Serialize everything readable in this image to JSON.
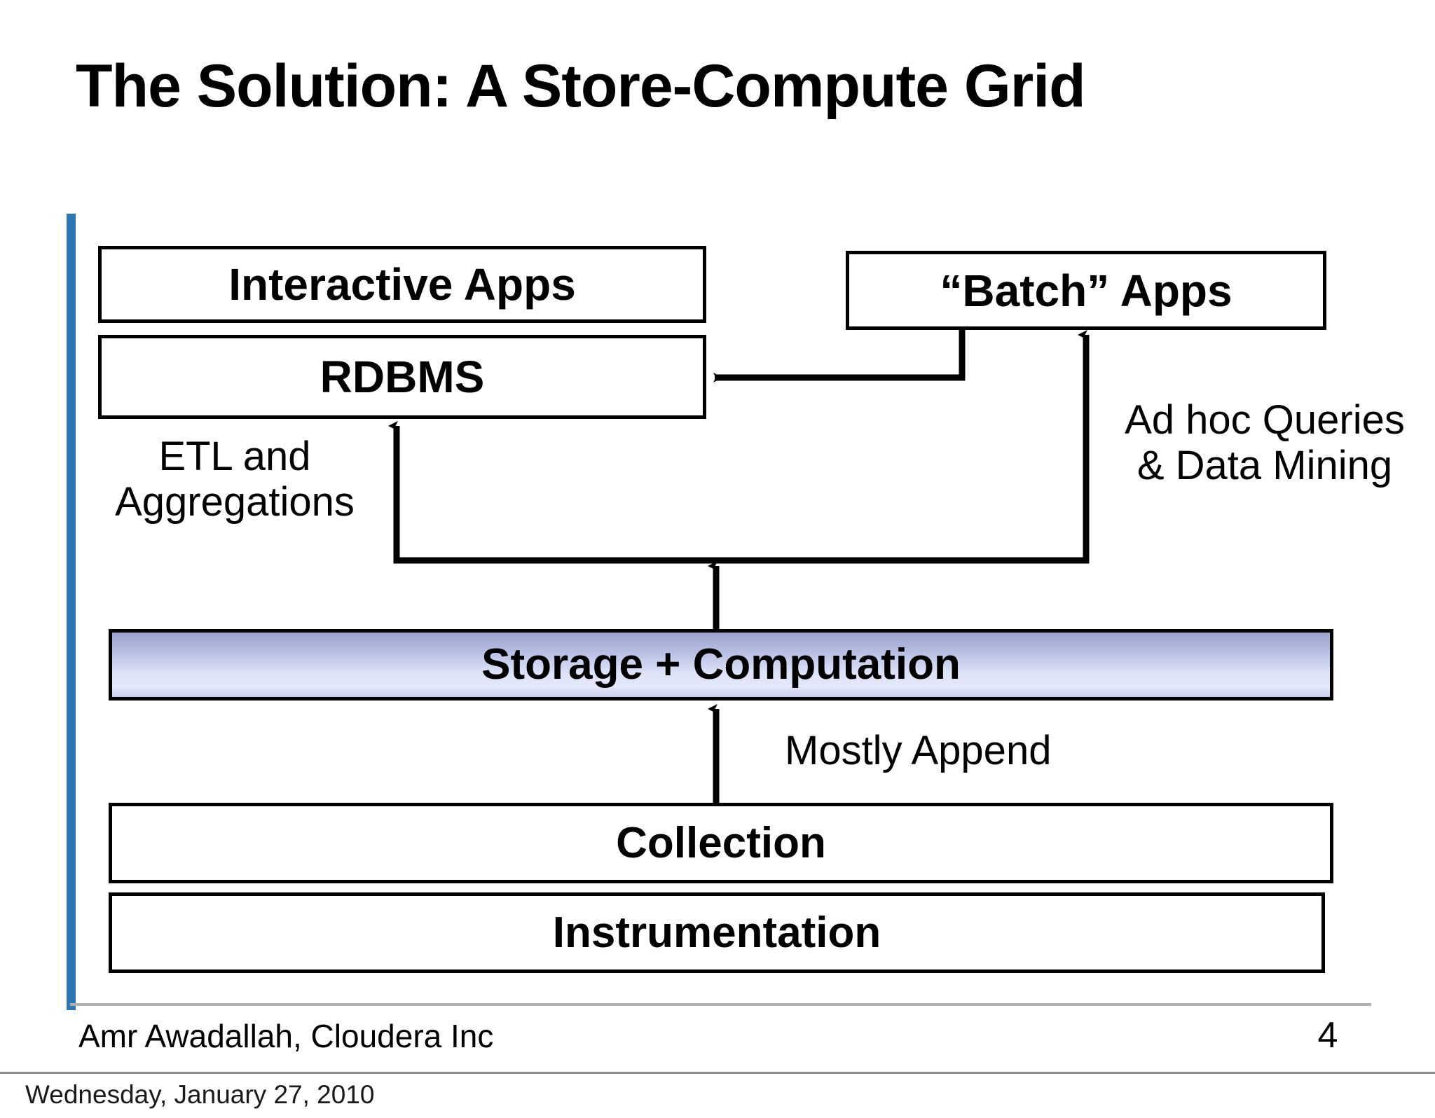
{
  "slide": {
    "title": "The Solution: A Store-Compute Grid",
    "page_number": "4",
    "author_footer": "Amr Awadallah, Cloudera Inc",
    "date_footer": "Wednesday, January 27, 2010",
    "accent_color": "#2e75b6",
    "rule_color": "#b0b0b0"
  },
  "diagram": {
    "boxes": [
      {
        "id": "interactive-apps",
        "label": "Interactive Apps",
        "fill": "#ffffff",
        "border": "#000000"
      },
      {
        "id": "batch-apps",
        "label": "“Batch” Apps",
        "fill": "#ffffff",
        "border": "#000000"
      },
      {
        "id": "rdbms",
        "label": "RDBMS",
        "fill": "#ffffff",
        "border": "#000000"
      },
      {
        "id": "storage-computation",
        "label": "Storage + Computation",
        "fill": "#b9c0e4",
        "border": "#000000"
      },
      {
        "id": "collection",
        "label": "Collection",
        "fill": "#ffffff",
        "border": "#000000"
      },
      {
        "id": "instrumentation",
        "label": "Instrumentation",
        "fill": "#ffffff",
        "border": "#000000"
      }
    ],
    "labels": {
      "etl": "ETL and\nAggregations",
      "adhoc": "Ad hoc Queries\n& Data Mining",
      "mostly_append": "Mostly Append"
    },
    "connectors": [
      {
        "from": "batch-apps",
        "to": "rdbms",
        "kind": "elbow-arrow"
      },
      {
        "from": "storage-computation",
        "to": "rdbms",
        "kind": "elbow-arrow",
        "annotation": "ETL and Aggregations"
      },
      {
        "from": "storage-computation",
        "to": "batch-apps",
        "kind": "elbow-arrow",
        "annotation": "Ad hoc Queries & Data Mining"
      },
      {
        "from": "collection",
        "to": "storage-computation",
        "kind": "straight-arrow",
        "annotation": "Mostly Append"
      }
    ]
  }
}
